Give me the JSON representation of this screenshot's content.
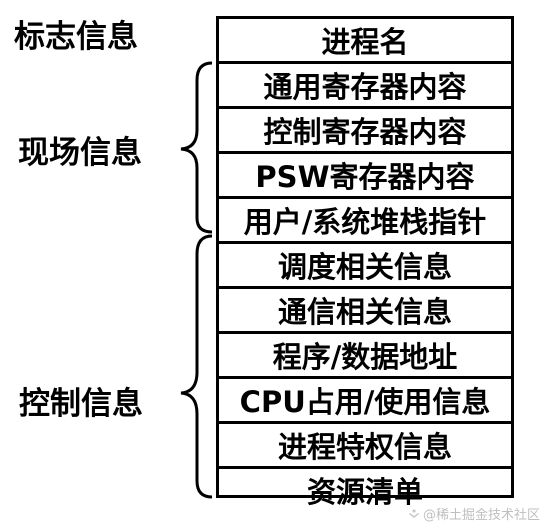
{
  "labels": {
    "flag": "标志信息",
    "scene": "现场信息",
    "control": "控制信息"
  },
  "rows": [
    "进程名",
    "通用寄存器内容",
    "控制寄存器内容",
    "PSW寄存器内容",
    "用户/系统堆栈指针",
    "调度相关信息",
    "通信相关信息",
    "程序/数据地址",
    "CPU占用/使用信息",
    "进程特权信息",
    "资源清单"
  ],
  "watermark": "@稀土掘金技术社区"
}
